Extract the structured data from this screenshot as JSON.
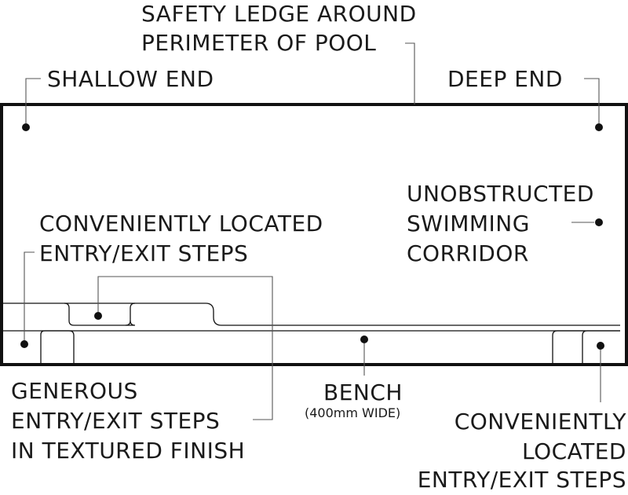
{
  "labels": {
    "safety_ledge": [
      "SAFETY LEDGE AROUND",
      "PERIMETER OF POOL"
    ],
    "shallow_end": "SHALLOW END",
    "deep_end": "DEEP END",
    "unobstructed_corridor": [
      "UNOBSTRUCTED",
      "SWIMMING",
      "CORRIDOR"
    ],
    "conveniently_located_steps_upper": [
      "CONVENIENTLY LOCATED",
      "ENTRY/EXIT STEPS"
    ],
    "generous_steps": [
      "GENEROUS",
      "ENTRY/EXIT STEPS",
      "IN TEXTURED FINISH"
    ],
    "bench": "BENCH",
    "bench_width": "(400mm WIDE)",
    "conveniently_located_steps_lower": [
      "CONVENIENTLY",
      "LOCATED",
      "ENTRY/EXIT STEPS"
    ]
  },
  "colors": {
    "outline": "#111111",
    "text": "#1a1a1a",
    "leader": "#555555",
    "background": "#ffffff"
  }
}
